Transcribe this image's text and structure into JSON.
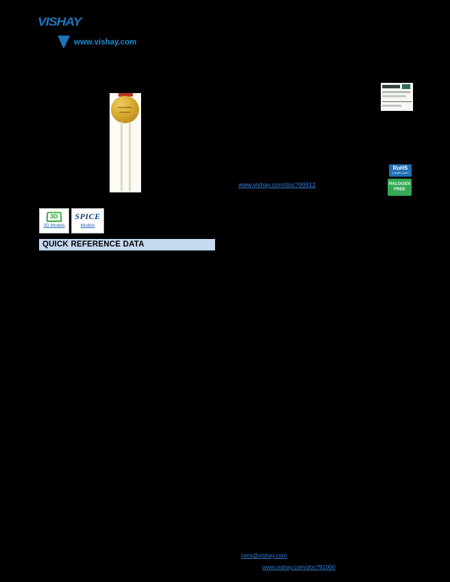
{
  "colors": {
    "brand_blue": "#1b76bc",
    "link_blue": "#2f80d9",
    "rohs_blue": "#1f6fb5",
    "halogen_green": "#34a853",
    "section_header_bg": "#c6d9f1",
    "page_background": "#000000",
    "capacitor_body": "#d9a92f"
  },
  "header": {
    "brand": "VISHAY",
    "website": "www.vishay.com"
  },
  "compliance": {
    "rohs_title": "RoHS",
    "rohs_subtitle": "COMPLIANT",
    "halogen_line1": "HALOGEN",
    "halogen_line2": "FREE"
  },
  "links": {
    "material_doc": "www.vishay.com/doc?99912",
    "contact_email": "cera@vishay.com",
    "disclaimer_doc": "www.vishay.com/doc?91000"
  },
  "resources": {
    "threed_icon": "3D",
    "threed_label": "3D Models",
    "spice_brand": "SPICE",
    "spice_label": "Models"
  },
  "sections": {
    "quick_reference_title": "QUICK REFERENCE DATA"
  }
}
